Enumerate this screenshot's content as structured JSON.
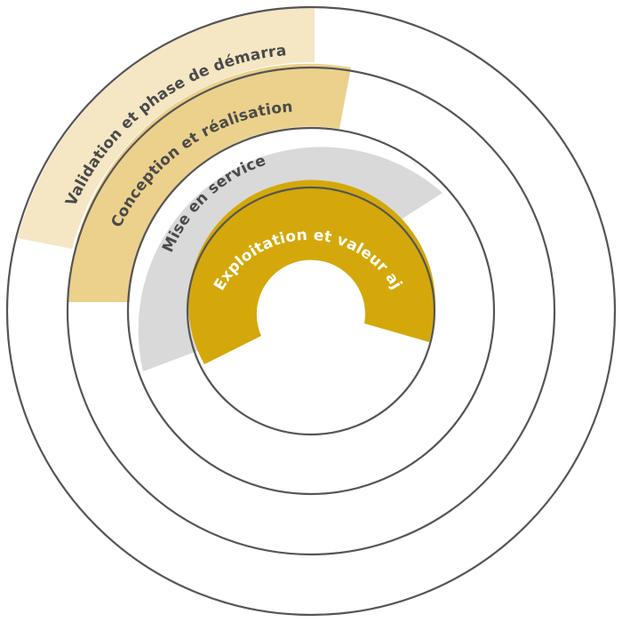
{
  "diagram": {
    "phases": [
      {
        "id": "validation",
        "label": "Validation et phase de démarrage",
        "fill": "#f5e6c4",
        "text_color": "#4a4a4a"
      },
      {
        "id": "conception",
        "label": "Conception et réalisation",
        "fill": "#ebd18c",
        "text_color": "#4a4a4a"
      },
      {
        "id": "service",
        "label": "Mise en service",
        "fill": "#d9d9d9",
        "text_color": "#4a4a4a"
      },
      {
        "id": "exploitation",
        "label": "Exploitation et valeur ajoutée",
        "fill": "#d4a80a",
        "text_color": "#ffffff"
      }
    ],
    "outline_color": "#555555",
    "background": "#ffffff"
  }
}
